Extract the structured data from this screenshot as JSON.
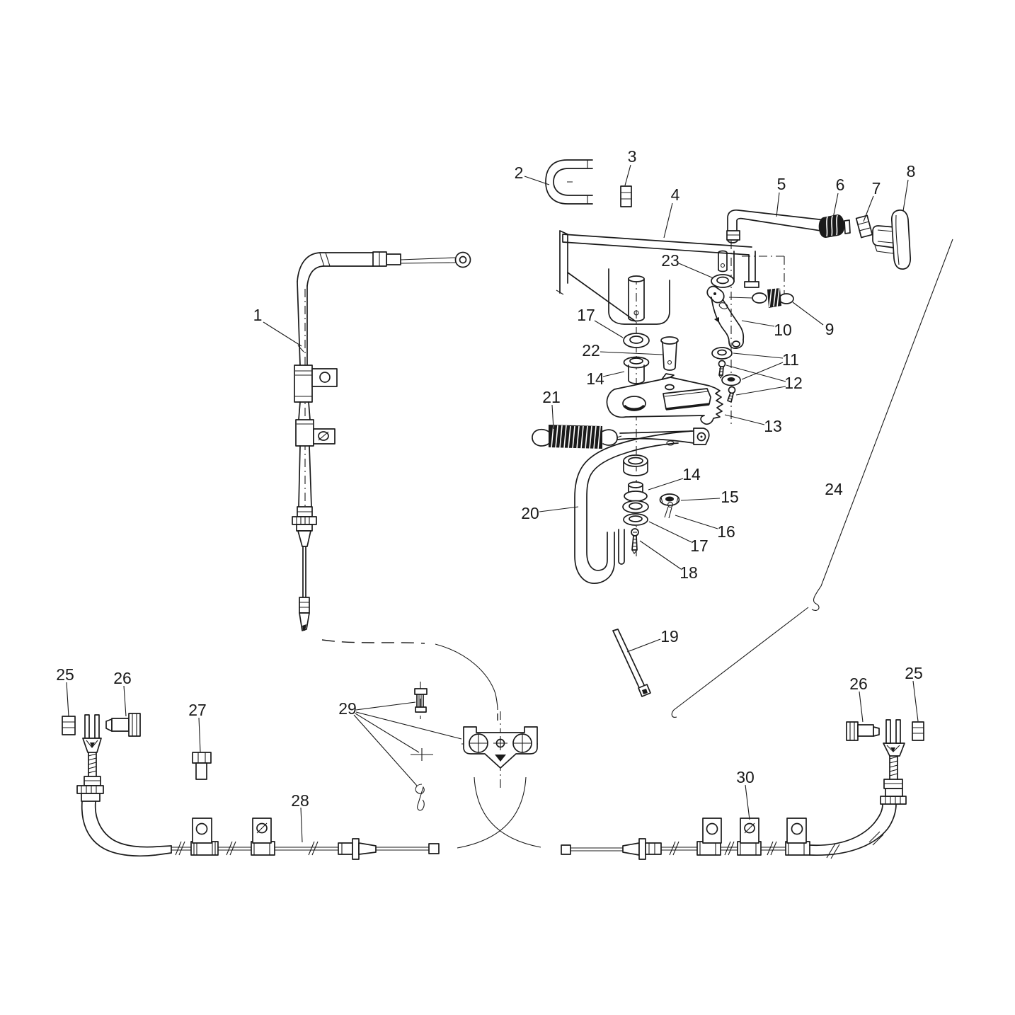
{
  "figure": {
    "background_color": "#ffffff",
    "ink_color": "#1a1a1a"
  },
  "callouts": [
    {
      "label": "1"
    },
    {
      "label": "2"
    },
    {
      "label": "3"
    },
    {
      "label": "4"
    },
    {
      "label": "5"
    },
    {
      "label": "6"
    },
    {
      "label": "7"
    },
    {
      "label": "8"
    },
    {
      "label": "9"
    },
    {
      "label": "10"
    },
    {
      "label": "11"
    },
    {
      "label": "12"
    },
    {
      "label": "13"
    },
    {
      "label": "14"
    },
    {
      "label": "14"
    },
    {
      "label": "15"
    },
    {
      "label": "16"
    },
    {
      "label": "17"
    },
    {
      "label": "17"
    },
    {
      "label": "18"
    },
    {
      "label": "19"
    },
    {
      "label": "20"
    },
    {
      "label": "21"
    },
    {
      "label": "22"
    },
    {
      "label": "23"
    },
    {
      "label": "24"
    },
    {
      "label": "25"
    },
    {
      "label": "25"
    },
    {
      "label": "26"
    },
    {
      "label": "26"
    },
    {
      "label": "27"
    },
    {
      "label": "28"
    },
    {
      "label": "29"
    },
    {
      "label": "30"
    }
  ]
}
